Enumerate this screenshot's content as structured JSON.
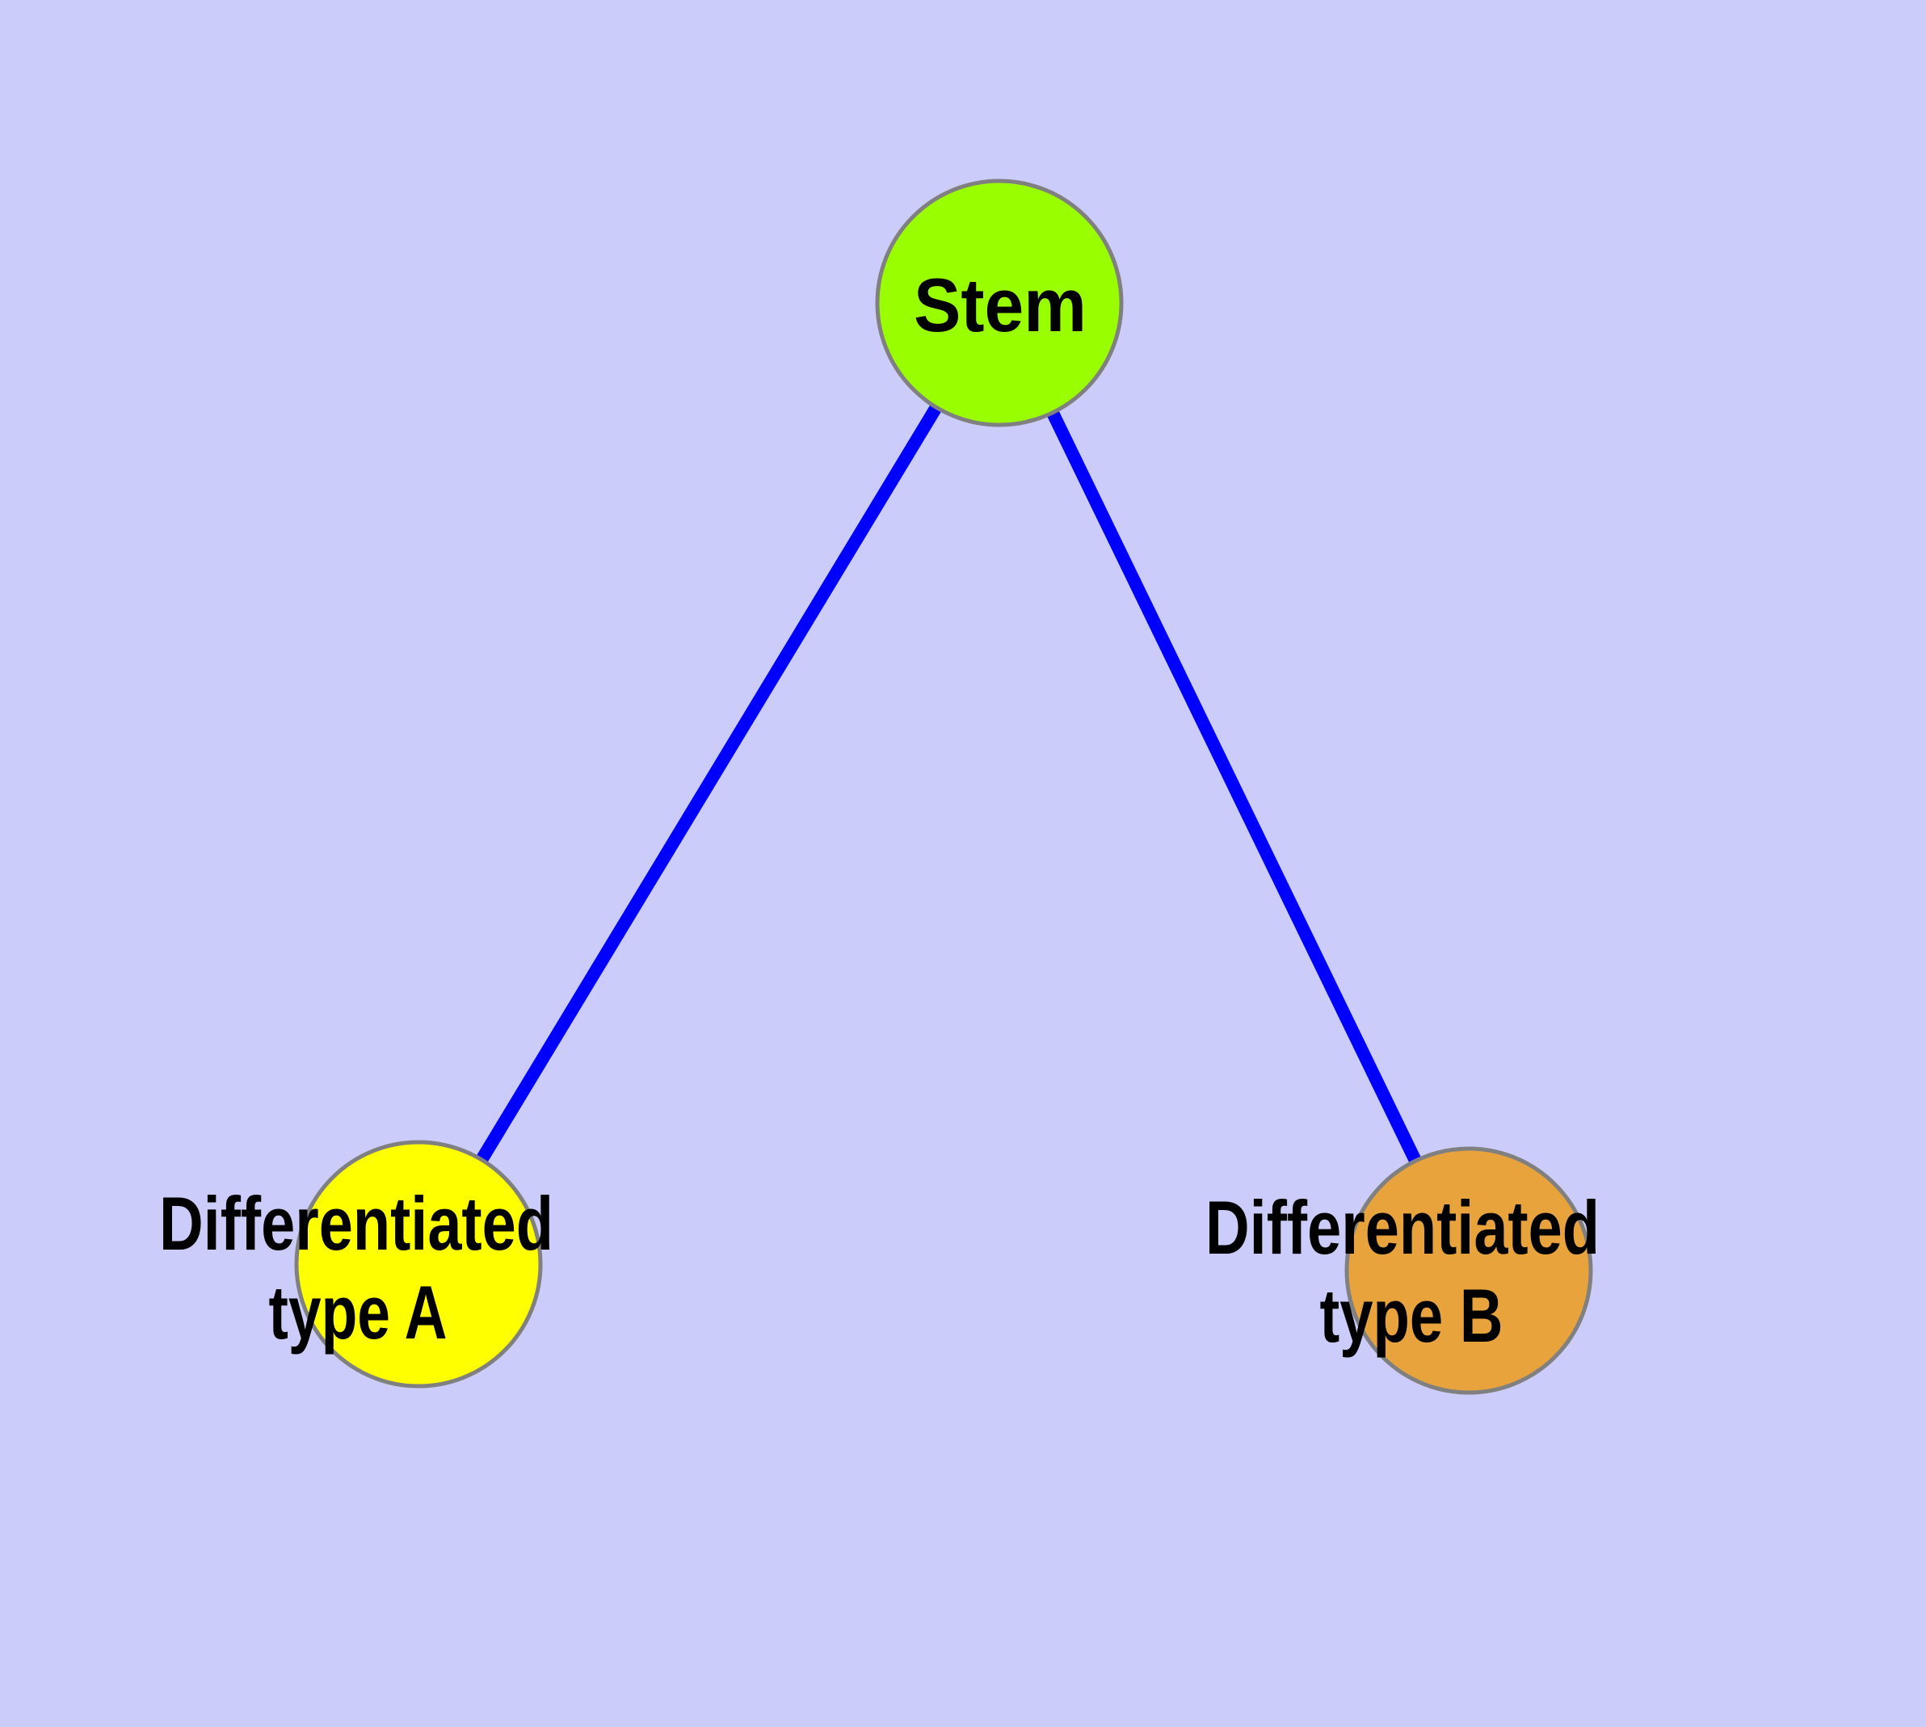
{
  "diagram": {
    "background_color": "#CCCCFA",
    "edge_color": "#0000FF",
    "node_border_color": "#808080",
    "label_color": "#000000",
    "nodes": [
      {
        "id": "stem",
        "label": "Stem",
        "fill": "#99FF00"
      },
      {
        "id": "differentiated-type-a",
        "label_line1": "Differentiated",
        "label_line2": "type A",
        "fill": "#FFFF00"
      },
      {
        "id": "differentiated-type-b",
        "label_line1": "Differentiated",
        "label_line2": "type B",
        "fill": "#E8A33D"
      }
    ],
    "edges": [
      {
        "from": "stem",
        "to": "differentiated-type-a"
      },
      {
        "from": "stem",
        "to": "differentiated-type-b"
      }
    ]
  }
}
